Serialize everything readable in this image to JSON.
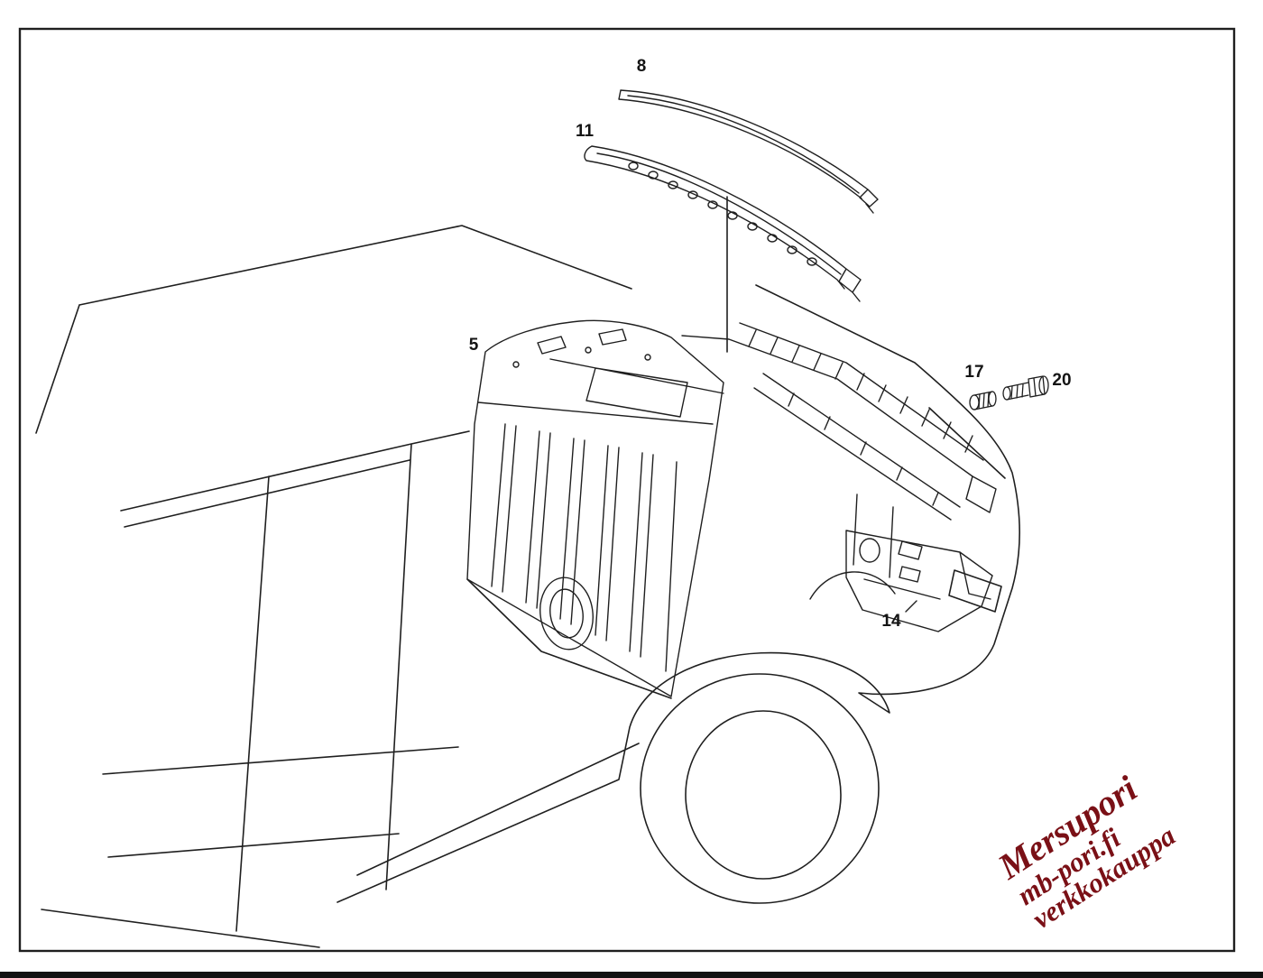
{
  "canvas": {
    "background": "#ffffff",
    "frame_color": "#1f1f1f",
    "line_color": "#1f1f1f"
  },
  "parts": {
    "labels": [
      {
        "number": "8"
      },
      {
        "number": "11"
      },
      {
        "number": "5"
      },
      {
        "number": "17"
      },
      {
        "number": "20"
      },
      {
        "number": "14"
      }
    ]
  },
  "watermark": {
    "color": "#7a1016",
    "lines": [
      "Mersupori",
      "mb-pori.fi",
      "verkkokauppa"
    ]
  }
}
